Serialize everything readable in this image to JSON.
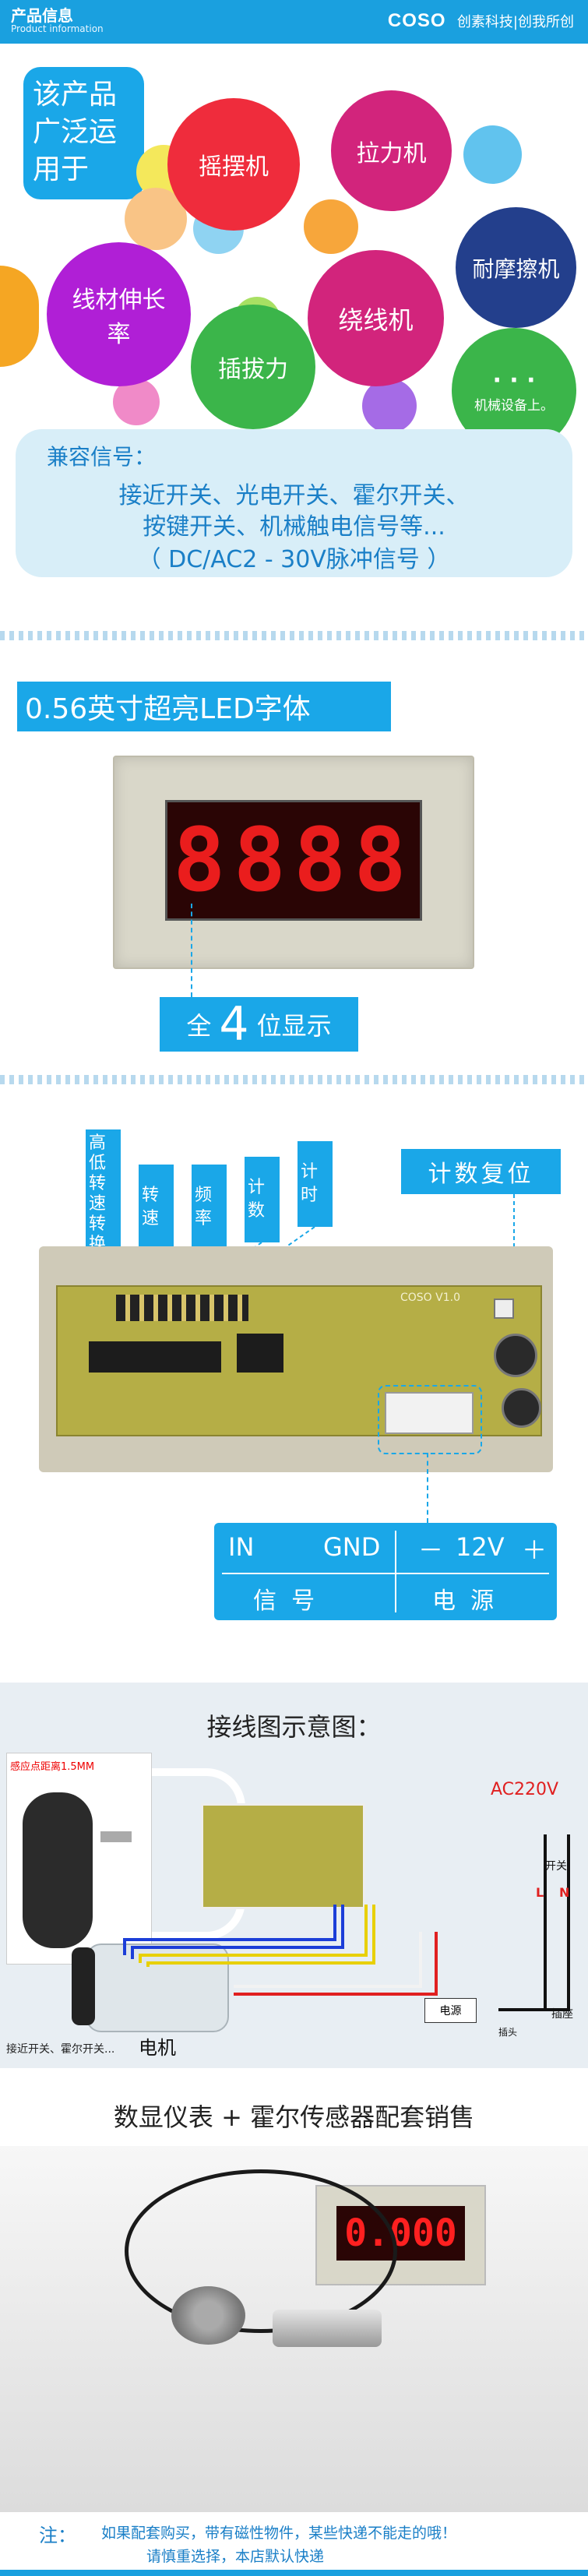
{
  "header": {
    "title": "产品信息",
    "subtitle": "Product information",
    "brand": "COSO",
    "brand_slogan": "创素科技|创我所创",
    "color": "#1aa0df"
  },
  "applications": {
    "intro": "该产品广泛运用于",
    "items": [
      "摇摆机",
      "拉力机",
      "耐摩擦机",
      "线材伸长率",
      "绕线机",
      "插拔力",
      "机械设备上。"
    ],
    "dots": "· · ·"
  },
  "compatible": {
    "title": "兼容信号：",
    "line1": "接近开关、光电开关、霍尔开关、",
    "line2": "按键开关、机械触电信号等...",
    "line3": "（ DC/AC2 - 30V脉冲信号 ）"
  },
  "display": {
    "font_label": "0.56英寸超亮LED字体",
    "digits": "8888",
    "digit_count_prefix": "全",
    "digit_count": "4",
    "digit_count_suffix": "位显示"
  },
  "board": {
    "tags": [
      "高低转速转换",
      "转速",
      "频率",
      "计数",
      "计时"
    ],
    "reset": "计数复位",
    "terminals": {
      "in": "IN",
      "gnd": "GND",
      "minus": "－",
      "voltage": "12V",
      "plus": "＋",
      "signal": "信  号",
      "power": "电  源"
    },
    "chip_label": "COSO V1.0"
  },
  "wiring": {
    "title": "接线图示意图：",
    "distance": "感应点距离1.5MM",
    "power_source": "AC220V",
    "switch": "开关",
    "psu": "电源",
    "plug": "插座",
    "plug_head": "插头",
    "motor": "电机",
    "sensor": "接近开关、霍尔开关...",
    "l": "L",
    "n": "N"
  },
  "bundle": {
    "title": "数显仪表 + 霍尔传感器配套销售",
    "reading": "0.000",
    "note_label": "注：",
    "note_line1": "如果配套购买，带有磁性物件，某些快递不能走的哦！",
    "note_line2": "请慎重选择，本店默认快递"
  },
  "colors": {
    "primary": "#1aa7e8",
    "led": "#ff2020",
    "bubble_red": "#ef2c3c",
    "bubble_green": "#3bb54a",
    "bubble_purple": "#b01fd6",
    "bubble_magenta": "#d2247c",
    "bubble_navy": "#233f8c"
  }
}
